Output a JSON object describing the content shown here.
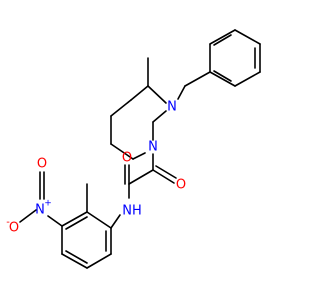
{
  "colors": {
    "background": "#ffffff",
    "bond": "#000000",
    "N": "#0000ff",
    "O": "#ff0000",
    "C": "#000000"
  },
  "labels": {
    "n_ring_top": "N",
    "n_ring_bottom": "N",
    "o_ketone": "O",
    "o_amide": "O",
    "nh_amide": "NH",
    "n_nitro": "N",
    "n_nitro_charge": "+",
    "o_nitro_top": "O",
    "o_nitro_left": "O",
    "o_nitro_charge": "-"
  }
}
